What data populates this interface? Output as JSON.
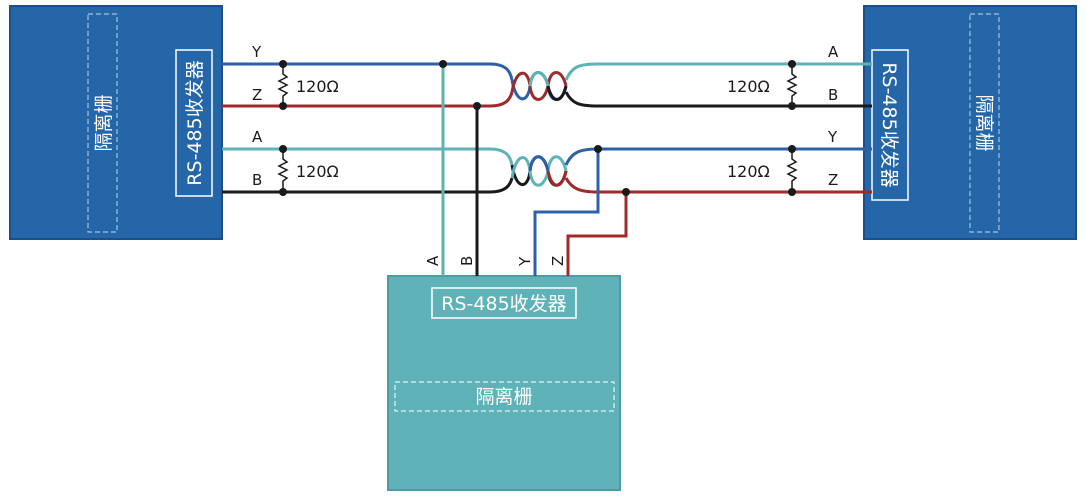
{
  "left_device": {
    "transceiver_label": "RS-485收发器",
    "barrier_label": "隔离栅",
    "pins": [
      "Y",
      "Z",
      "A",
      "B"
    ],
    "termination": [
      "120Ω",
      "120Ω"
    ]
  },
  "right_device": {
    "transceiver_label": "RS-485收发器",
    "barrier_label": "隔离栅",
    "pins": [
      "A",
      "B",
      "Y",
      "Z"
    ],
    "termination": [
      "120Ω",
      "120Ω"
    ]
  },
  "bottom_device": {
    "transceiver_label": "RS-485收发器",
    "barrier_label": "隔离栅",
    "pins": [
      "A",
      "B",
      "Y",
      "Z"
    ]
  },
  "colors": {
    "left_box": "#2566a8",
    "right_box": "#2566a8",
    "bottom_box": "#5fb2b8",
    "wire_blue": "#2f5fa6",
    "wire_red": "#a02a2a",
    "wire_cyan": "#5fb2b8",
    "wire_black": "#1a1a1a"
  }
}
